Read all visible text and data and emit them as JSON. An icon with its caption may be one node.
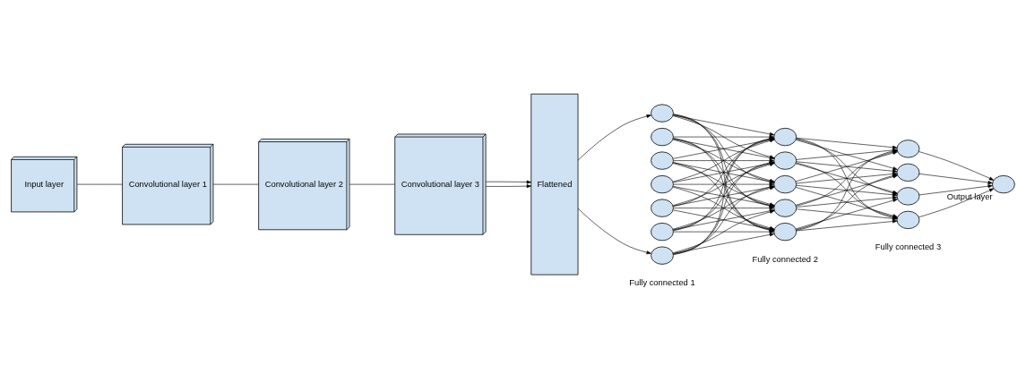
{
  "diagram": {
    "nodes": [
      {
        "text": [
          "Input layer"
        ]
      },
      {
        "text": [
          "Convolutional layer 1"
        ]
      },
      {
        "text": [
          "Convolutional layer 2"
        ]
      },
      {
        "text": [
          "Convolutional layer 3"
        ]
      },
      {
        "text": [
          "Flattened"
        ]
      },
      {
        "text": [],
        "shape": "circle"
      },
      {
        "text": [],
        "shape": "circle"
      },
      {
        "text": [],
        "shape": "circle"
      },
      {
        "text": [],
        "shape": "circle"
      },
      {
        "text": [],
        "shape": "circle"
      },
      {
        "text": [],
        "shape": "circle"
      },
      {
        "text": [],
        "shape": "circle"
      },
      {
        "text": [],
        "shape": "circle"
      },
      {
        "text": [],
        "shape": "circle"
      },
      {
        "text": [],
        "shape": "circle"
      },
      {
        "text": [],
        "shape": "circle"
      },
      {
        "text": [],
        "shape": "circle"
      },
      {
        "text": [],
        "shape": "circle"
      },
      {
        "text": [],
        "shape": "circle"
      },
      {
        "text": [],
        "shape": "circle"
      },
      {
        "text": [],
        "shape": "circle"
      },
      {
        "text": [
          "Output layer"
        ]
      }
    ],
    "edges": [
      {
        "from": 0,
        "to": 1,
        "arrow": "none"
      },
      {
        "from": 1,
        "to": 2,
        "arrow": "none"
      },
      {
        "from": 2,
        "to": 3,
        "arrow": "none"
      },
      {
        "from": 3,
        "to": 4,
        "arrow": "to"
      },
      {
        "from": 3,
        "to": 4,
        "arrow": "to"
      },
      {
        "from": 4,
        "to": 5,
        "arrow": "to"
      },
      {
        "from": 4,
        "to": 11,
        "arrow": "to"
      },
      {
        "from": 5,
        "to": 12,
        "arrow": "to"
      },
      {
        "from": 5,
        "to": 13,
        "arrow": "to"
      },
      {
        "from": 5,
        "to": 14,
        "arrow": "to"
      },
      {
        "from": 5,
        "to": 15,
        "arrow": "to"
      },
      {
        "from": 5,
        "to": 16,
        "arrow": "to"
      },
      {
        "from": 6,
        "to": 12,
        "arrow": "to"
      },
      {
        "from": 6,
        "to": 13,
        "arrow": "to"
      },
      {
        "from": 6,
        "to": 14,
        "arrow": "to"
      },
      {
        "from": 6,
        "to": 15,
        "arrow": "to"
      },
      {
        "from": 6,
        "to": 16,
        "arrow": "to"
      },
      {
        "from": 7,
        "to": 12,
        "arrow": "to"
      },
      {
        "from": 7,
        "to": 13,
        "arrow": "to"
      },
      {
        "from": 7,
        "to": 14,
        "arrow": "to"
      },
      {
        "from": 7,
        "to": 15,
        "arrow": "to"
      },
      {
        "from": 7,
        "to": 16,
        "arrow": "to"
      },
      {
        "from": 8,
        "to": 12,
        "arrow": "to"
      },
      {
        "from": 8,
        "to": 13,
        "arrow": "to"
      },
      {
        "from": 8,
        "to": 14,
        "arrow": "to"
      },
      {
        "from": 8,
        "to": 15,
        "arrow": "to"
      },
      {
        "from": 8,
        "to": 16,
        "arrow": "to"
      },
      {
        "from": 9,
        "to": 12,
        "arrow": "to"
      },
      {
        "from": 9,
        "to": 13,
        "arrow": "to"
      },
      {
        "from": 9,
        "to": 14,
        "arrow": "to"
      },
      {
        "from": 9,
        "to": 15,
        "arrow": "to"
      },
      {
        "from": 9,
        "to": 16,
        "arrow": "to"
      },
      {
        "from": 10,
        "to": 12,
        "arrow": "to"
      },
      {
        "from": 10,
        "to": 13,
        "arrow": "to"
      },
      {
        "from": 10,
        "to": 14,
        "arrow": "to"
      },
      {
        "from": 10,
        "to": 15,
        "arrow": "to"
      },
      {
        "from": 10,
        "to": 16,
        "arrow": "to"
      },
      {
        "from": 11,
        "to": 12,
        "arrow": "to"
      },
      {
        "from": 11,
        "to": 13,
        "arrow": "to"
      },
      {
        "from": 11,
        "to": 14,
        "arrow": "to"
      },
      {
        "from": 11,
        "to": 15,
        "arrow": "to"
      },
      {
        "from": 11,
        "to": 16,
        "arrow": "to"
      },
      {
        "from": 12,
        "to": 17,
        "arrow": "to"
      },
      {
        "from": 12,
        "to": 18,
        "arrow": "to"
      },
      {
        "from": 12,
        "to": 19,
        "arrow": "to"
      },
      {
        "from": 12,
        "to": 20,
        "arrow": "to"
      },
      {
        "from": 13,
        "to": 17,
        "arrow": "to"
      },
      {
        "from": 13,
        "to": 18,
        "arrow": "to"
      },
      {
        "from": 13,
        "to": 19,
        "arrow": "to"
      },
      {
        "from": 13,
        "to": 20,
        "arrow": "to"
      },
      {
        "from": 14,
        "to": 17,
        "arrow": "to"
      },
      {
        "from": 14,
        "to": 18,
        "arrow": "to"
      },
      {
        "from": 14,
        "to": 19,
        "arrow": "to"
      },
      {
        "from": 14,
        "to": 20,
        "arrow": "to"
      },
      {
        "from": 15,
        "to": 17,
        "arrow": "to"
      },
      {
        "from": 15,
        "to": 18,
        "arrow": "to"
      },
      {
        "from": 15,
        "to": 19,
        "arrow": "to"
      },
      {
        "from": 15,
        "to": 20,
        "arrow": "to"
      },
      {
        "from": 16,
        "to": 17,
        "arrow": "to"
      },
      {
        "from": 16,
        "to": 18,
        "arrow": "to"
      },
      {
        "from": 16,
        "to": 19,
        "arrow": "to"
      },
      {
        "from": 16,
        "to": 20,
        "arrow": "to"
      },
      {
        "from": 17,
        "to": 21,
        "arrow": "to"
      },
      {
        "from": 18,
        "to": 21,
        "arrow": "to"
      },
      {
        "from": 19,
        "to": 21,
        "arrow": "to"
      },
      {
        "from": 20,
        "to": 21,
        "arrow": "to"
      }
    ],
    "labels": [
      "Fully connected 1",
      "Fully connected 2",
      "Fully connected 3"
    ]
  }
}
